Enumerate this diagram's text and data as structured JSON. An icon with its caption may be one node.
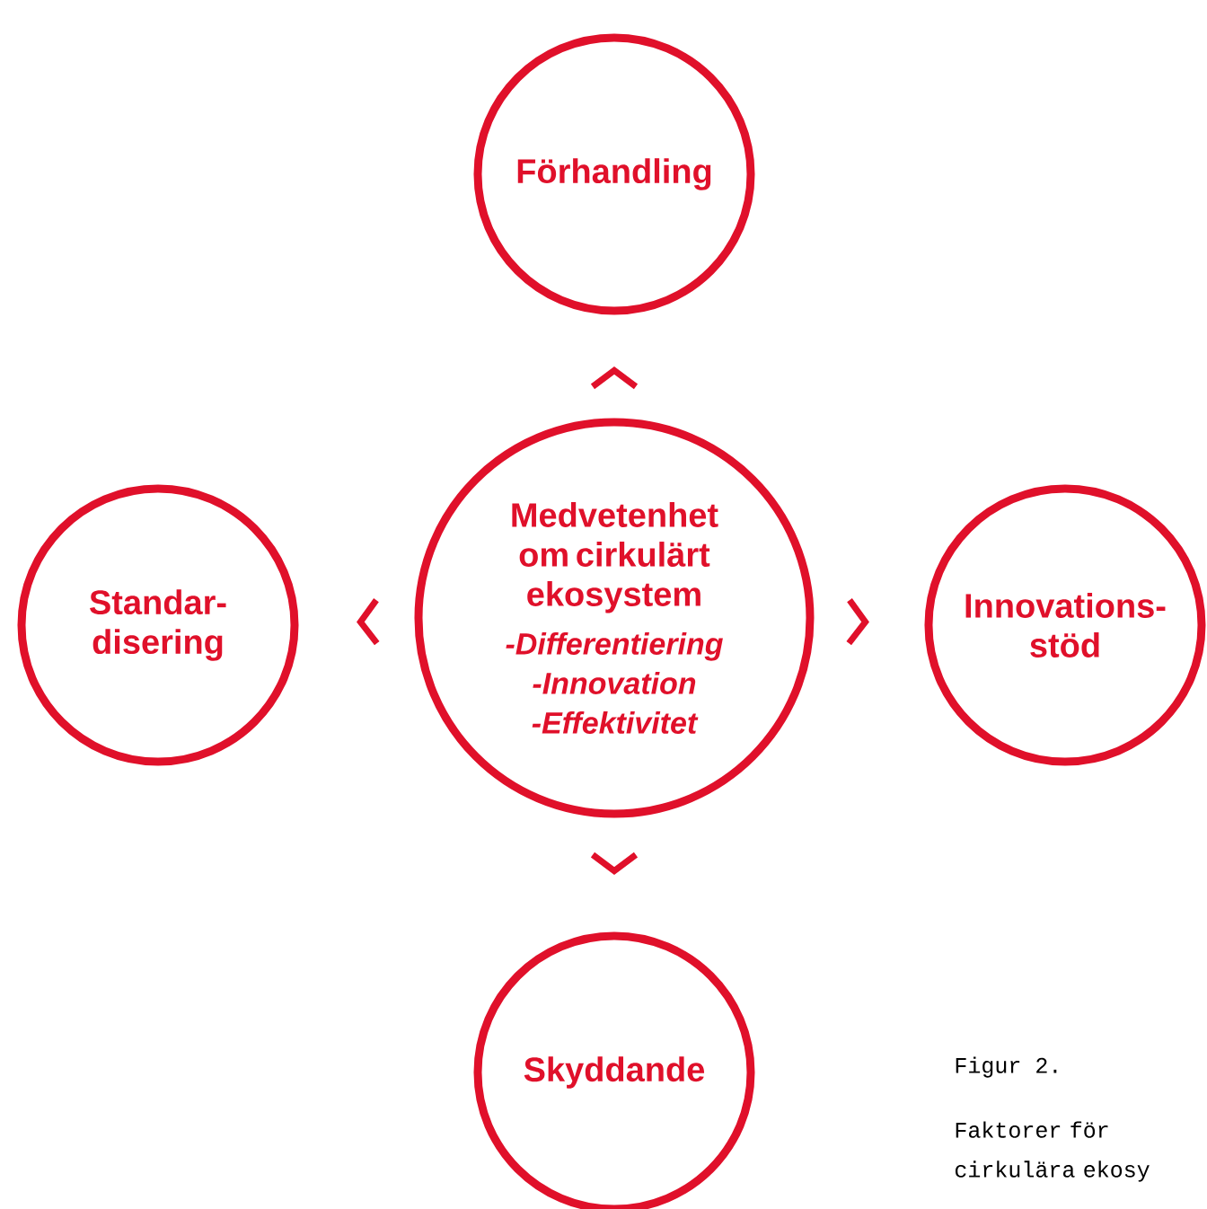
{
  "diagram": {
    "caption": "Faktorer för cirkulära ekosy",
    "nodes": [
      {
        "text": [
          "Medvetenhet om cirkulärt ekosystem",
          "-Differentiering -Innovation -Effektivitet"
        ]
      },
      {
        "text": [
          "Förhandling"
        ]
      },
      {
        "text": [
          "Standar- disering"
        ]
      },
      {
        "text": [
          "Innovations- stöd"
        ]
      },
      {
        "text": [
          "Skyddande"
        ]
      }
    ],
    "edges": [
      {
        "from": 0,
        "to": 1,
        "arrow": "to"
      },
      {
        "from": 0,
        "to": 2,
        "arrow": "to"
      },
      {
        "from": 0,
        "to": 3,
        "arrow": "to"
      },
      {
        "from": 0,
        "to": 4,
        "arrow": "to"
      }
    ],
    "labels": [
      "Figur 2."
    ]
  }
}
